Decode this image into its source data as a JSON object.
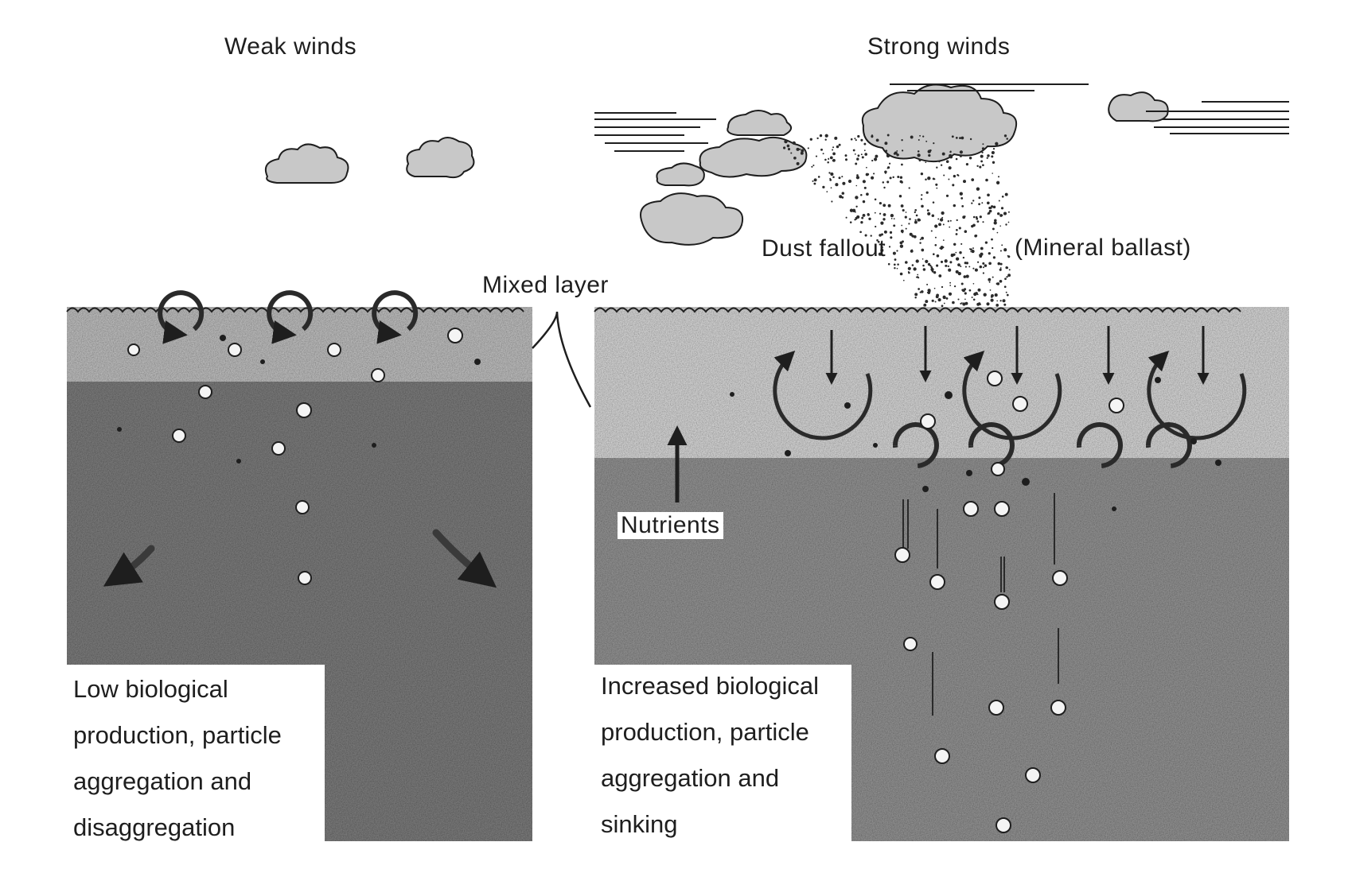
{
  "labels": {
    "weak_winds": "Weak winds",
    "strong_winds": "Strong winds",
    "dust_fallout": "Dust fallout",
    "mineral_ballast": "(Mineral ballast)",
    "mixed_layer": "Mixed layer",
    "nutrients": "Nutrients"
  },
  "captions": {
    "left": [
      "Low biological",
      "production, particle",
      "aggregation and",
      "disaggregation"
    ],
    "right": [
      "Increased biological",
      "production, particle",
      "aggregation and",
      "sinking"
    ]
  },
  "colors": {
    "ink": "#1e1e1e",
    "mixed_layer_weak": "#b8b8b8",
    "deep_water_weak": "#787878",
    "mixed_layer_strong": "#cfcfcf",
    "deep_water_strong": "#8e8e8e",
    "cloud": "#c8c8c8"
  }
}
